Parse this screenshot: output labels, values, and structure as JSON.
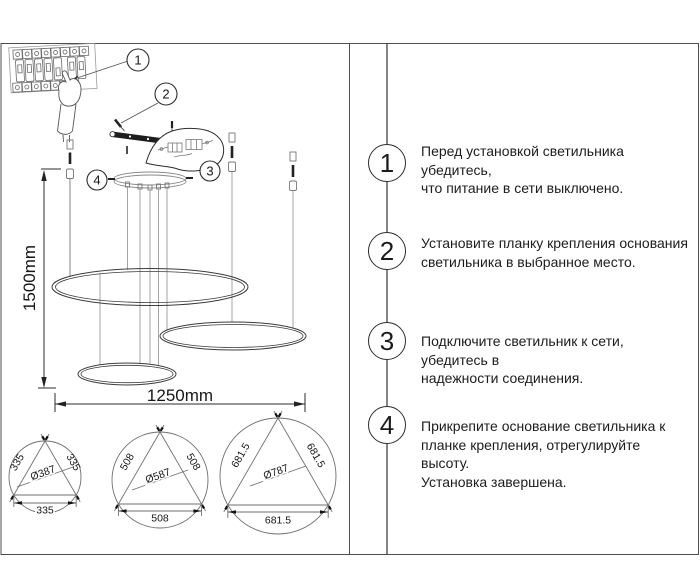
{
  "colors": {
    "ink": "#1c1c1c",
    "background": "#ffffff"
  },
  "diagram": {
    "height_dimension": "1500mm",
    "width_dimension": "1250mm",
    "callouts": {
      "c1": "1",
      "c2": "2",
      "c3": "3",
      "c4": "4"
    },
    "ring_sizes": [
      {
        "diameter": "Ø387",
        "side": "335",
        "chord": "335"
      },
      {
        "diameter": "Ø587",
        "side": "508",
        "chord": "508"
      },
      {
        "diameter": "Ø787",
        "side": "681.5",
        "chord": "681.5"
      }
    ]
  },
  "steps": [
    {
      "number": "1",
      "lines": [
        "Перед установкой светильника убедитесь,",
        "что питание в сети выключено."
      ]
    },
    {
      "number": "2",
      "lines": [
        "Установите планку крепления основания",
        "светильника в выбранное место."
      ]
    },
    {
      "number": "3",
      "lines": [
        "Подключите светильник к сети, убедитесь в",
        "надежности соединения."
      ]
    },
    {
      "number": "4",
      "lines": [
        "Прикрепите основание светильника к",
        "планке крепления, отрегулируйте высоту.",
        "Установка завершена."
      ]
    }
  ]
}
